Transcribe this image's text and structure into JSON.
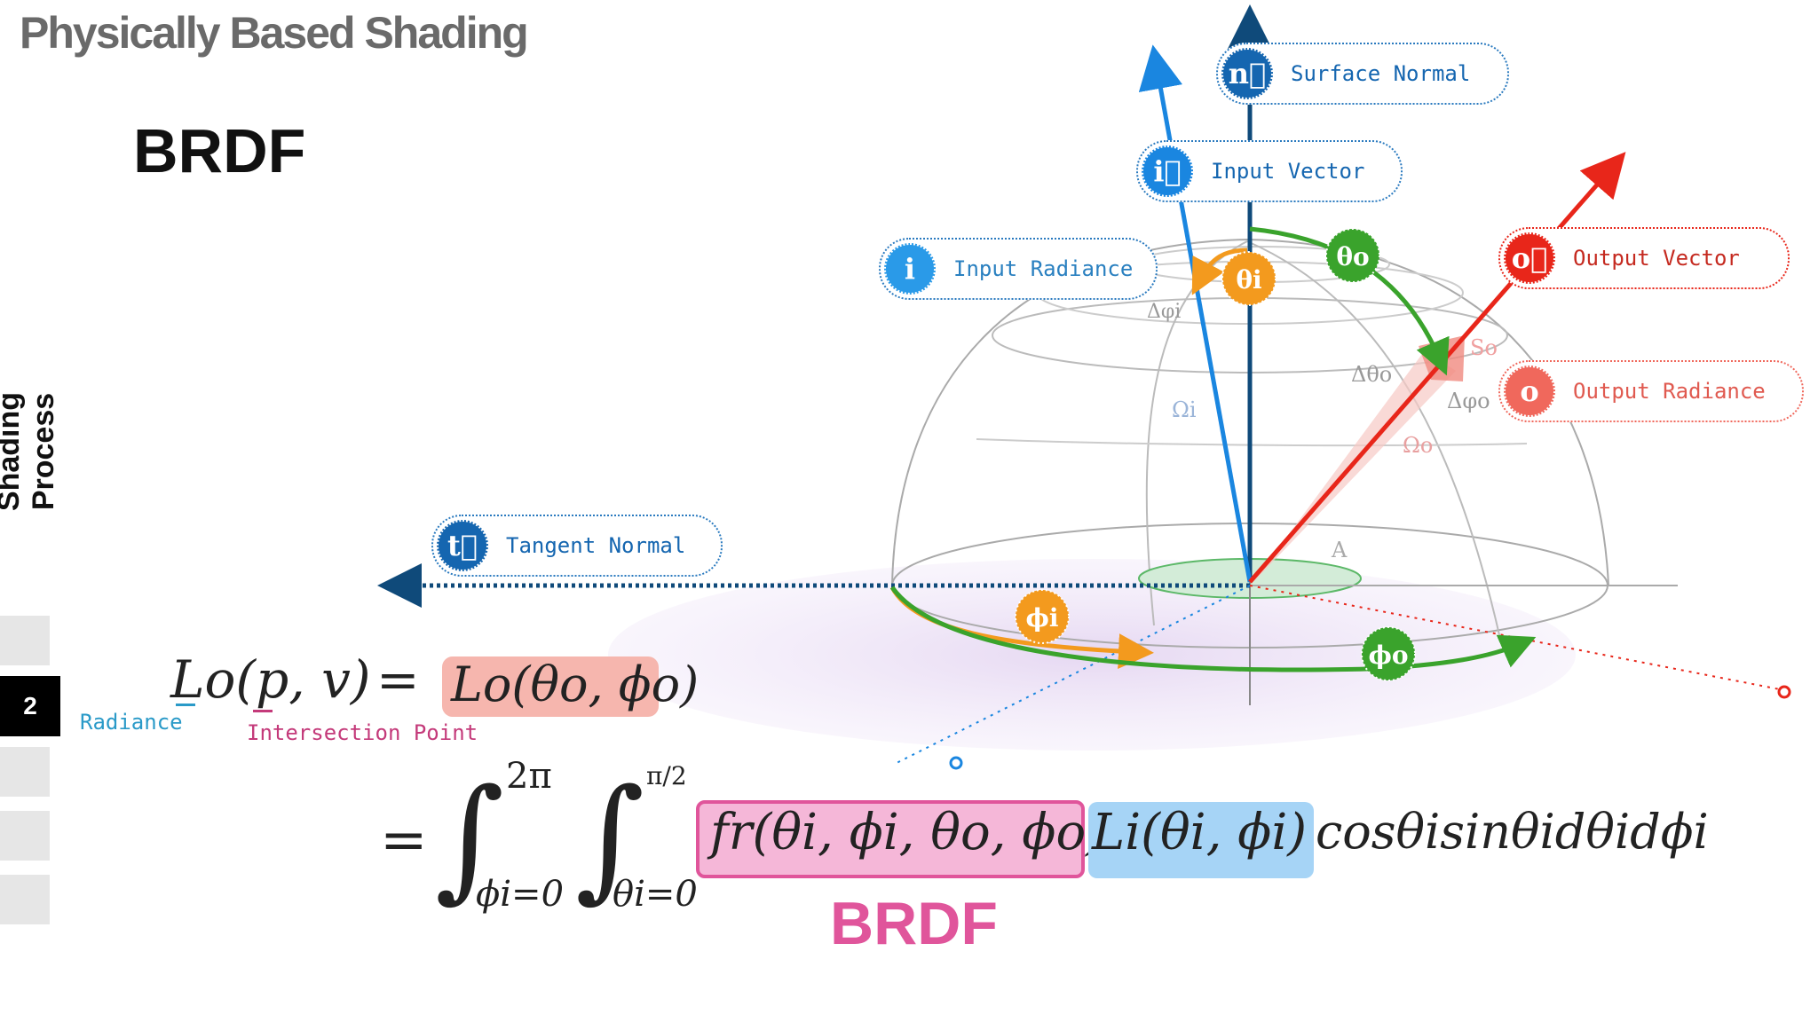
{
  "slide": {
    "title": "Physically Based Shading",
    "heading": "BRDF",
    "side_label": "Shading Process",
    "page_number": "2"
  },
  "pills": {
    "surface_normal": {
      "badge": "n⃗",
      "label": "Surface Normal",
      "color": "#1566b0"
    },
    "input_vector": {
      "badge": "i⃗",
      "label": "Input Vector",
      "color": "#1a86e0"
    },
    "input_radiance": {
      "badge": "i",
      "label": "Input Radiance",
      "color": "#2a9ae8"
    },
    "output_vector": {
      "badge": "o⃗",
      "label": "Output Vector",
      "color": "#e8261a"
    },
    "output_radiance": {
      "badge": "o",
      "label": "Output Radiance",
      "color": "#f0685c"
    },
    "tangent_normal": {
      "badge": "t⃗",
      "label": "Tangent Normal",
      "color": "#1566b0"
    }
  },
  "angle_badges": {
    "theta_i": "θi",
    "theta_o": "θo",
    "phi_i": "ϕi",
    "phi_o": "ϕo"
  },
  "hemisphere_labels": {
    "delta_phi_i": "Δφi",
    "delta_theta_o": "Δθo",
    "delta_phi_o": "Δφo",
    "omega_i": "Ωi",
    "omega_o": "Ωo",
    "s_o": "So",
    "area": "A"
  },
  "equation": {
    "lhs": "Lo(p, v)",
    "equals": "=",
    "lo_angles": "Lo(θo, ϕo)",
    "int_outer_upper": "2π",
    "int_outer_lower": "ϕi=0",
    "int_inner_upper": "π/2",
    "int_inner_lower": "θi=0",
    "brdf_term": "fr(θi, ϕi, θo, ϕo)",
    "li_term": "Li(θi, ϕi)",
    "tail": "cosθisinθidθidϕi",
    "radiance_label": "Radiance",
    "intersection_label": "Intersection Point",
    "brdf_label": "BRDF"
  },
  "colors": {
    "orange": "#f39a1e",
    "green": "#3aa32c",
    "navy": "#0f4a7a",
    "blue": "#1a86e0",
    "red": "#e8261a",
    "pink": "#e0559b",
    "teal_text": "#2a9ac8",
    "magenta_text": "#c43a7a"
  }
}
